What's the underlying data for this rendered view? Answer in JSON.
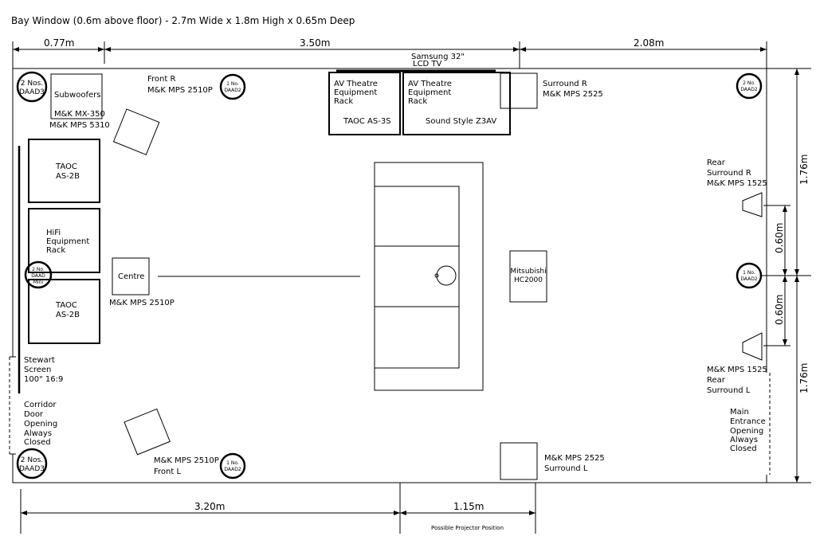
{
  "title": "Bay Window (0.6m above floor) - 2.7m Wide x 1.8m High x 0.65m Deep",
  "dimensions": {
    "top_left": "0.77m",
    "top_mid": "3.50m",
    "top_right": "2.08m",
    "right_upper": "1.76m",
    "right_mid_upper": "0.60m",
    "right_mid_lower": "0.60m",
    "right_lower": "1.76m",
    "bottom_left": "3.20m",
    "bottom_right": "1.15m",
    "projector_note": "Possible Projector Position"
  },
  "circles": {
    "tl": [
      "2 Nos.",
      "DAAD3"
    ],
    "bl": [
      "2 Nos.",
      "DAAD3"
    ],
    "top_mid": [
      "1 No.",
      "DAAD2"
    ],
    "bottom_mid": [
      "1 No.",
      "DAAD2"
    ],
    "tr": [
      "2 No.",
      "DAAD2"
    ],
    "right_mid": [
      "1 No.",
      "DAAD2"
    ],
    "left_mini": [
      "2 No.",
      "DAAD",
      "Mini"
    ]
  },
  "labels": {
    "tv": [
      "Samsung 32\"",
      "LCD TV"
    ],
    "subwoofers": [
      "Subwoofers",
      "M&K MX-350"
    ],
    "sub_model": "M&K MPS 5310",
    "front_r": [
      "Front R",
      "M&K MPS 2510P"
    ],
    "front_l": [
      "M&K MPS 2510P",
      "Front L"
    ],
    "av_rack1": [
      "AV Theatre",
      "Equipment",
      "Rack",
      "TAOC AS-3S"
    ],
    "av_rack2": [
      "AV Theatre",
      "Equipment",
      "Rack",
      "Sound Style Z3AV"
    ],
    "surround_r": [
      "Surround R",
      "M&K MPS 2525"
    ],
    "surround_l": [
      "M&K MPS 2525",
      "Surround L"
    ],
    "rear_surround_r": [
      "Rear",
      "Surround R",
      "M&K MPS 1525"
    ],
    "rear_surround_l": [
      "M&K MPS 1525",
      "Rear",
      "Surround L"
    ],
    "taoc_top": [
      "TAOC",
      "AS-2B"
    ],
    "hifi_rack": [
      "HiFi",
      "Equipment",
      "Rack"
    ],
    "taoc_bottom": [
      "TAOC",
      "AS-2B"
    ],
    "centre": "Centre",
    "centre_model": "M&K MPS 2510P",
    "projector": [
      "Mitsubishi",
      "HC2000"
    ],
    "screen": [
      "Stewart",
      "Screen",
      "100\" 16:9"
    ],
    "corridor": [
      "Corridor",
      "Door",
      "Opening",
      "Always",
      "Closed"
    ],
    "entrance": [
      "Main",
      "Entrance",
      "Opening",
      "Always",
      "Closed"
    ]
  }
}
